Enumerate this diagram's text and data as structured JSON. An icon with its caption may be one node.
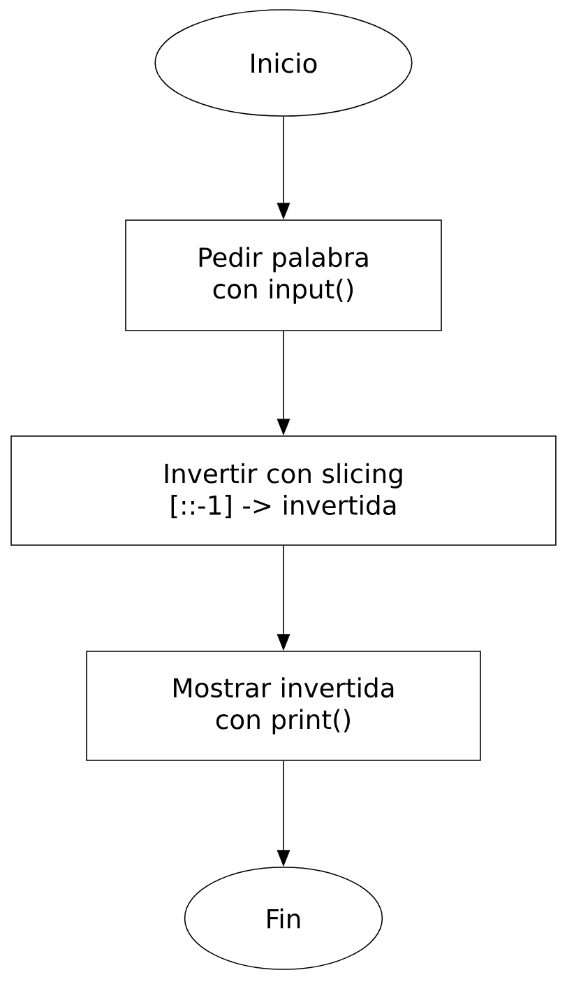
{
  "diagram": {
    "nodes": [
      {
        "text": [
          "Inicio"
        ]
      },
      {
        "text": [
          "Pedir palabra con input()"
        ]
      },
      {
        "text": [
          "Invertir con slicing [::-1] -> invertida"
        ]
      },
      {
        "text": [
          "Mostrar invertida con print()"
        ]
      },
      {
        "text": [
          "Fin"
        ]
      }
    ],
    "edges": [
      {
        "from": 0,
        "to": 1,
        "arrow": "to"
      },
      {
        "from": 1,
        "to": 2,
        "arrow": "to"
      },
      {
        "from": 2,
        "to": 3,
        "arrow": "to"
      },
      {
        "from": 3,
        "to": 4,
        "arrow": "to"
      }
    ]
  }
}
